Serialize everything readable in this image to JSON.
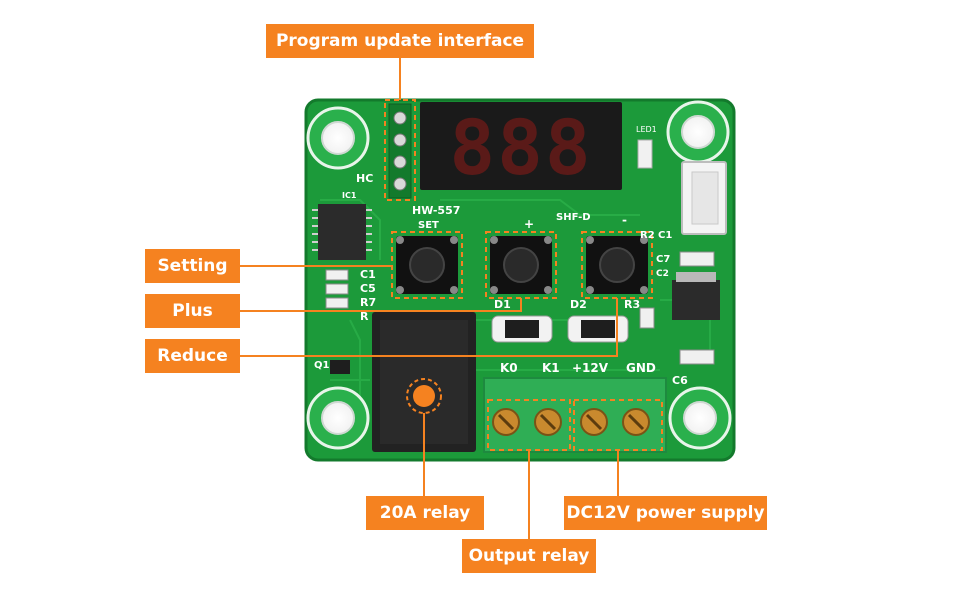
{
  "callouts": {
    "program": "Program update interface",
    "setting": "Setting",
    "plus": "Plus",
    "reduce": "Reduce",
    "relay": "20A relay",
    "output": "Output relay",
    "dc": "DC12V power supply"
  },
  "board_labels": {
    "board_model": "HW-557",
    "set": "SET",
    "plus_sign": "+",
    "minus_sign": "-",
    "shf": "SHF-D",
    "hc": "HC",
    "led": "LED1",
    "ic1": "IC1",
    "c1_left": "C1",
    "c5": "C5",
    "r7": "R7",
    "r": "R",
    "q1": "Q1",
    "d1": "D1",
    "d2": "D2",
    "r3": "R3",
    "r2": "R2",
    "c1_right": "C1",
    "c7": "C7",
    "c2": "C2",
    "c6": "C6",
    "k0": "K0",
    "k1": "K1",
    "v12": "+12V",
    "gnd": "GND",
    "display": "888"
  },
  "colors": {
    "accent": "#f58220",
    "board": "#1c9a3a",
    "board_dark": "#137a2c",
    "terminal": "#2fae55",
    "relay": "#222222",
    "display_bg": "#1a1a1a",
    "segment": "#d7261e"
  }
}
